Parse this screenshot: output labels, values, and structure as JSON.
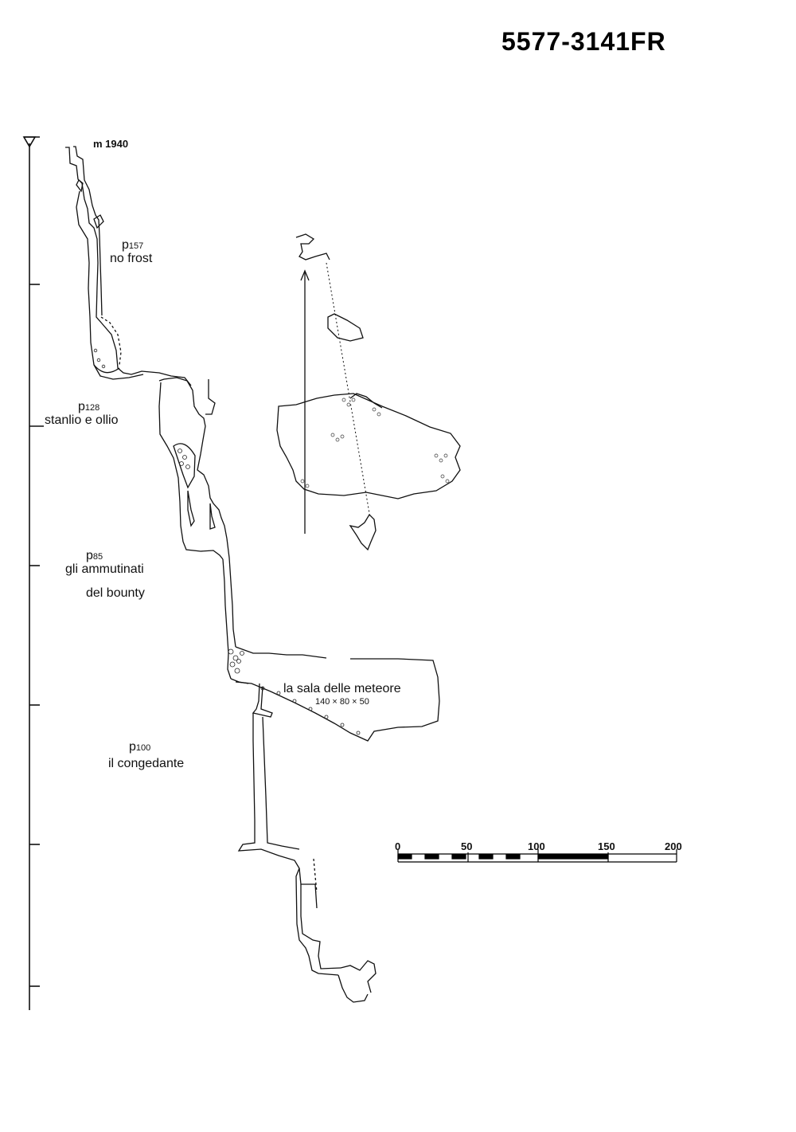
{
  "survey_code": "5577-3141FR",
  "entrance_elevation": "m 1940",
  "pitches": [
    {
      "depth_prefix": "p",
      "depth_value": "157",
      "name": "no frost"
    },
    {
      "depth_prefix": "p",
      "depth_value": "128",
      "name": "stanlio e ollio"
    },
    {
      "depth_prefix": "p",
      "depth_value": "85",
      "name_line1": "gli ammutinati",
      "name_line2": "del bounty"
    },
    {
      "depth_prefix": "p",
      "depth_value": "100",
      "name": "il congedante"
    }
  ],
  "chamber": {
    "name": "la sala delle meteore",
    "dimensions": "140 × 80 × 50"
  },
  "scale_bar": {
    "labels": [
      "0",
      "50",
      "100",
      "150",
      "200"
    ]
  }
}
